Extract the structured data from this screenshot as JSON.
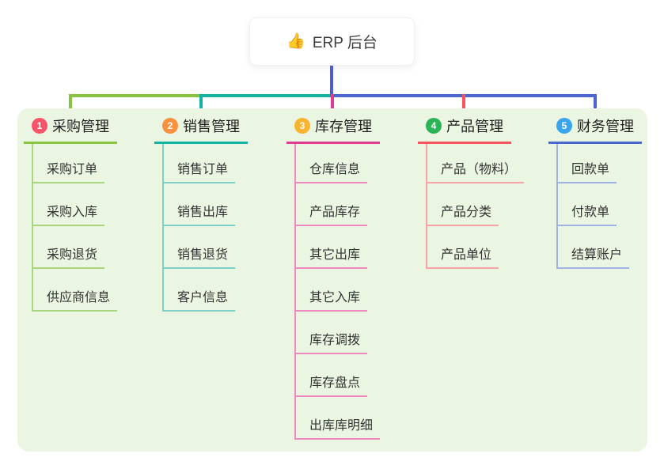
{
  "app": {
    "type": "mindmap",
    "background_color": "#ffffff",
    "panel_color": "#eaf6e2"
  },
  "root": {
    "emoji": "👍",
    "label": "ERP 后台"
  },
  "connectors": {
    "stem_color": "#4c5ecf"
  },
  "branches": [
    {
      "badge": "1",
      "label": "采购管理",
      "badge_color": "#f9556a",
      "line_color": "#88c43f",
      "child_line_color": "#a9d580",
      "children": [
        "采购订单",
        "采购入库",
        "采购退货",
        "供应商信息"
      ]
    },
    {
      "badge": "2",
      "label": "销售管理",
      "badge_color": "#f9913e",
      "line_color": "#12b3a2",
      "child_line_color": "#7fd0c4",
      "children": [
        "销售订单",
        "销售出库",
        "销售退货",
        "客户信息"
      ]
    },
    {
      "badge": "3",
      "label": "库存管理",
      "badge_color": "#f8b331",
      "line_color": "#dc3d90",
      "child_line_color": "#ee8ac0",
      "children": [
        "仓库信息",
        "产品库存",
        "其它出库",
        "其它入库",
        "库存调拨",
        "库存盘点",
        "出库库明细"
      ]
    },
    {
      "badge": "4",
      "label": "产品管理",
      "badge_color": "#2db357",
      "line_color": "#f8545e",
      "child_line_color": "#f9a2a8",
      "children": [
        "产品（物料）",
        "产品分类",
        "产品单位"
      ]
    },
    {
      "badge": "5",
      "label": "财务管理",
      "badge_color": "#3ba4ef",
      "line_color": "#4b66cf",
      "child_line_color": "#9fb3e3",
      "children": [
        "回款单",
        "付款单",
        "结算账户"
      ]
    }
  ]
}
